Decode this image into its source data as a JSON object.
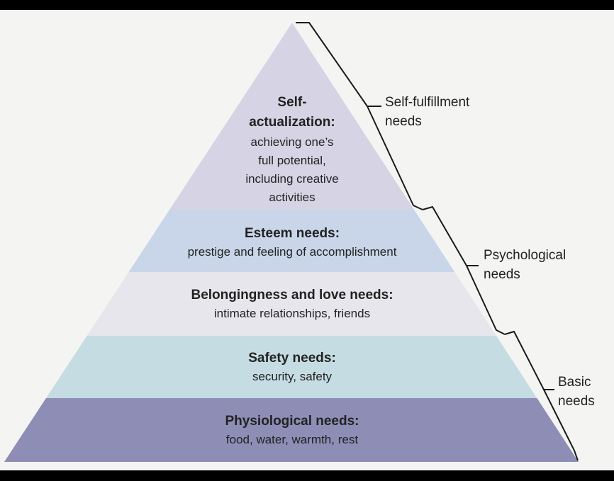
{
  "tiers": [
    {
      "title": "Self-",
      "title_line2": "actualization:",
      "desc": [
        "achieving one’s",
        "full potential,",
        "including creative",
        "activities"
      ],
      "color": "#d6d4e4"
    },
    {
      "title": "Esteem needs:",
      "desc": [
        "prestige and feeling of accomplishment"
      ],
      "color": "#c9d6e9"
    },
    {
      "title": "Belongingness and love needs:",
      "desc": [
        "intimate relationships, friends"
      ],
      "color": "#e7e6ec"
    },
    {
      "title": "Safety needs:",
      "desc": [
        "security, safety"
      ],
      "color": "#c5dde2"
    },
    {
      "title": "Physiological needs:",
      "desc": [
        "food, water, warmth, rest"
      ],
      "color": "#8e8db6"
    }
  ],
  "groups": [
    {
      "line1": "Self-fulfillment",
      "line2": "needs"
    },
    {
      "line1": "Psychological",
      "line2": "needs"
    },
    {
      "line1": "Basic",
      "line2": "needs"
    }
  ]
}
